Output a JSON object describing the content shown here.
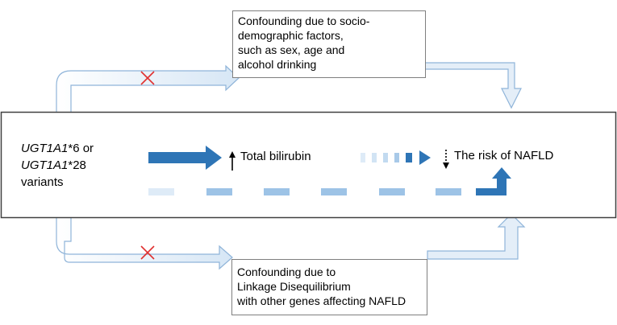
{
  "top_box": {
    "lines": [
      "Confounding due to socio-",
      "demographic factors,",
      "such as sex, age and",
      "alcohol drinking"
    ]
  },
  "bottom_box": {
    "lines": [
      "Confounding due to",
      "Linkage Disequilibrium",
      "with other genes affecting NAFLD"
    ]
  },
  "exposure": {
    "line1_gene": "UGT1A1",
    "line1_rest": "*6 or",
    "line2_gene": "UGT1A1",
    "line2_rest": "*28",
    "line3": "variants"
  },
  "mediator": {
    "label": "Total bilirubin"
  },
  "outcome": {
    "label": "The risk of NAFLD"
  },
  "colors": {
    "blue_dark": "#2e75b6",
    "blue_light": "#9dc3e6",
    "blue_pale": "#deebf7",
    "cross_red": "#e03030",
    "border": "#7f7f7f",
    "arrow_outline": "#8fb4d9"
  }
}
